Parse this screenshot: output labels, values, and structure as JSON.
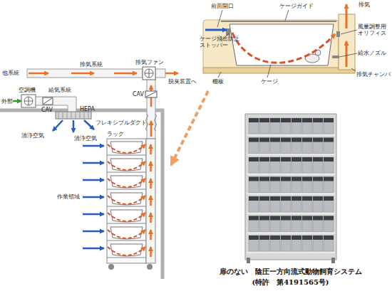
{
  "diagram": {
    "caption": "扉のない　陰圧一方向流式動物飼育システム (特許　第4191565号)",
    "labels": [
      "他系統",
      "排気系統",
      "排気ファン",
      "脱臭装置へ",
      "外部",
      "空調機",
      "給気系統",
      "CAV",
      "HEPA",
      "CAV",
      "清浄空気",
      "フレキシブルダクト",
      "ラック",
      "清浄空気",
      "作業領域",
      "前面開口",
      "ケージガイド",
      "排気",
      "ケージ飛出防止 ストッパー",
      "風量調整用 オリフィス",
      "給水ノズル",
      "棚板",
      "ケージ",
      "排気チャンバ"
    ]
  }
}
